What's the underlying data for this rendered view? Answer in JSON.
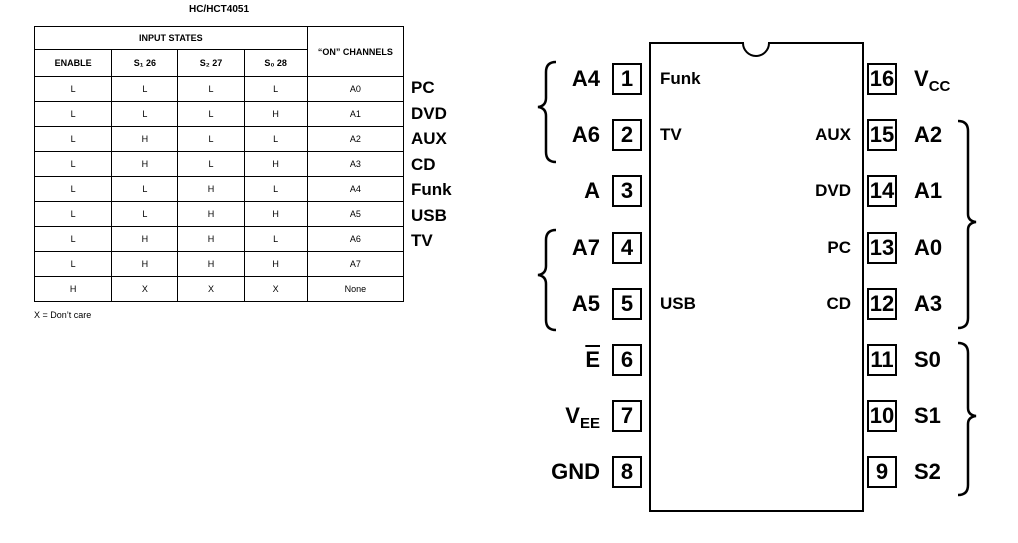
{
  "table": {
    "title": "HC/HCT4051",
    "group_header": "INPUT STATES",
    "on_header": "“ON” CHANNELS",
    "columns": [
      "ENABLE",
      "S₁ 26",
      "S₂ 27",
      "S₀ 28"
    ],
    "rows": [
      [
        "L",
        "L",
        "L",
        "L",
        "A0"
      ],
      [
        "L",
        "L",
        "L",
        "H",
        "A1"
      ],
      [
        "L",
        "H",
        "L",
        "L",
        "A2"
      ],
      [
        "L",
        "H",
        "L",
        "H",
        "A3"
      ],
      [
        "L",
        "L",
        "H",
        "L",
        "A4"
      ],
      [
        "L",
        "L",
        "H",
        "H",
        "A5"
      ],
      [
        "L",
        "H",
        "H",
        "L",
        "A6"
      ],
      [
        "L",
        "H",
        "H",
        "H",
        "A7"
      ],
      [
        "H",
        "X",
        "X",
        "X",
        "None"
      ]
    ],
    "note": "X = Don’t care"
  },
  "channel_labels": [
    "PC",
    "DVD",
    "AUX",
    "CD",
    "Funk",
    "USB",
    "TV"
  ],
  "chip": {
    "left_pins": [
      {
        "num": "1",
        "name": "A4",
        "inner": "Funk"
      },
      {
        "num": "2",
        "name": "A6",
        "inner": "TV"
      },
      {
        "num": "3",
        "name": "A",
        "inner": ""
      },
      {
        "num": "4",
        "name": "A7",
        "inner": ""
      },
      {
        "num": "5",
        "name": "A5",
        "inner": "USB"
      },
      {
        "num": "6",
        "name": "E",
        "inner": ""
      },
      {
        "num": "7",
        "name": "VEE",
        "inner": ""
      },
      {
        "num": "8",
        "name": "GND",
        "inner": ""
      }
    ],
    "right_pins": [
      {
        "num": "16",
        "name": "VCC",
        "inner": ""
      },
      {
        "num": "15",
        "name": "A2",
        "inner": "AUX"
      },
      {
        "num": "14",
        "name": "A1",
        "inner": "DVD"
      },
      {
        "num": "13",
        "name": "A0",
        "inner": "PC"
      },
      {
        "num": "12",
        "name": "A3",
        "inner": "CD"
      },
      {
        "num": "11",
        "name": "S0",
        "inner": ""
      },
      {
        "num": "10",
        "name": "S1",
        "inner": ""
      },
      {
        "num": "9",
        "name": "S2",
        "inner": ""
      }
    ]
  }
}
